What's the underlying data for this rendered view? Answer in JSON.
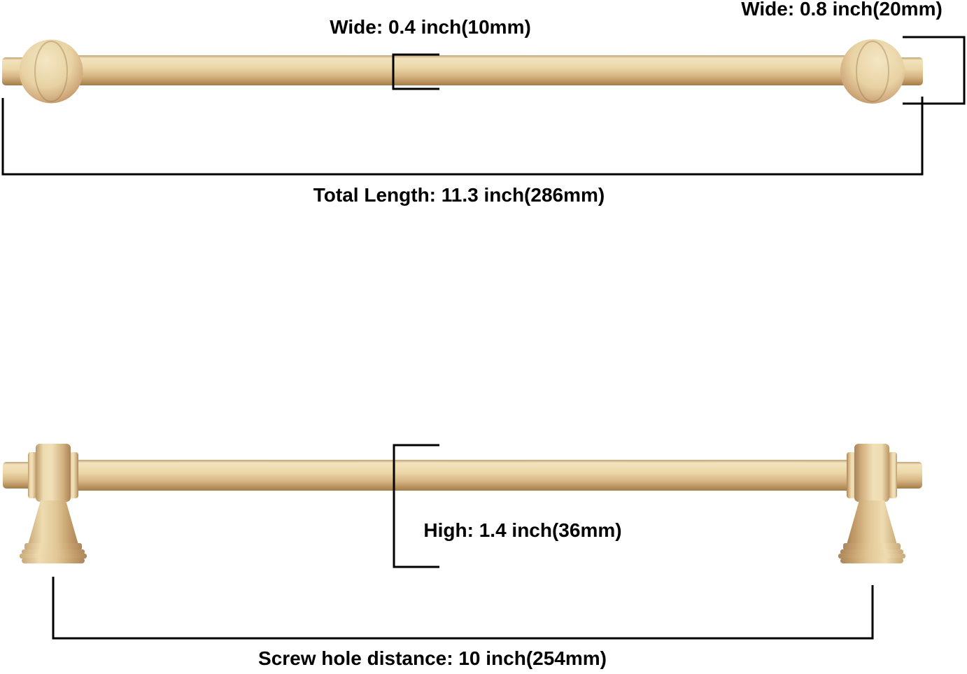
{
  "figure": {
    "background_color": "#ffffff",
    "annotation_line_color": "#000000",
    "handle_gold_light": "#f2e3be",
    "handle_gold_mid": "#e9d3a4",
    "handle_gold_dark": "#a9854f"
  },
  "top_view": {
    "bar_width_label": "Wide: 0.4 inch(10mm)",
    "end_cap_width_label": "Wide: 0.8 inch(20mm)",
    "total_length_label": "Total Length: 11.3 inch(286mm)"
  },
  "side_view": {
    "height_label": "High: 1.4 inch(36mm)",
    "screw_hole_distance_label": "Screw hole distance: 10 inch(254mm)"
  }
}
